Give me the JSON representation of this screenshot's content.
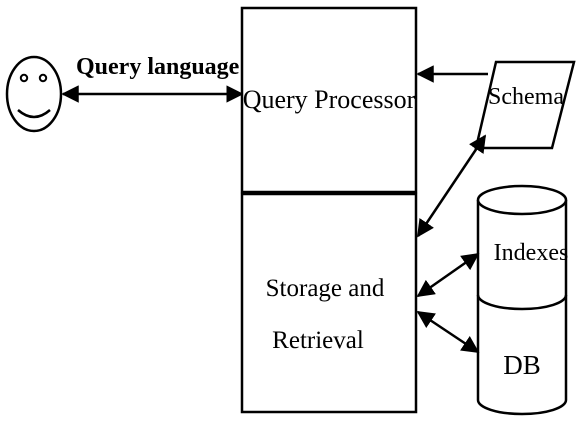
{
  "diagram": {
    "user": {
      "icon": "smiley-face-icon"
    },
    "edges": {
      "user_to_processor": {
        "label": "Query language"
      }
    },
    "nodes": {
      "query_processor": {
        "label": "Query Processor"
      },
      "storage_retrieval": {
        "line1": "Storage and",
        "line2": "Retrieval"
      },
      "schema": {
        "label": "Schema"
      },
      "indexes": {
        "label": "Indexes"
      },
      "db": {
        "label": "DB"
      }
    }
  }
}
